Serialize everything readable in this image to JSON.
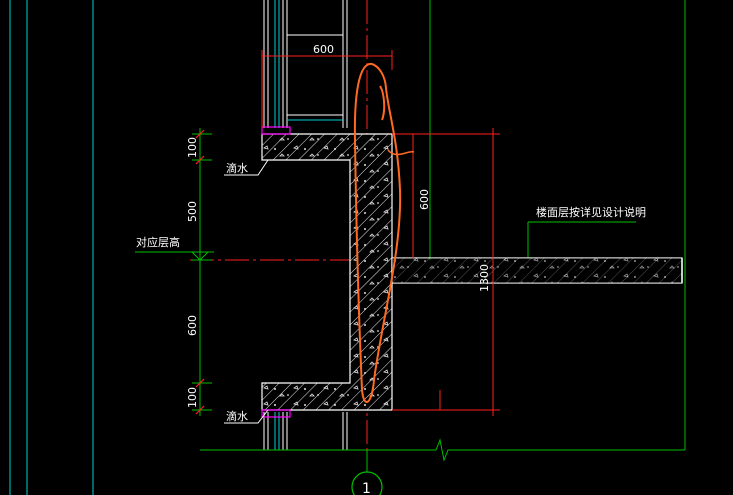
{
  "drawing": {
    "labels": {
      "drip_top": "滴水",
      "drip_bottom": "滴水",
      "floor_level": "对应层高",
      "floor_note": "楼面层按详见设计说明"
    },
    "dimensions": {
      "top_width": "600",
      "right_upper": "600",
      "right_total": "1300",
      "left_segments": [
        "100",
        "500",
        "600",
        "100"
      ]
    },
    "grid_axis": "1",
    "colors": {
      "background": "#000000",
      "wall_line": "#ffffff",
      "cyan": "#00d0d0",
      "green": "#00c000",
      "red": "#ff2020",
      "magenta": "#ff00ff",
      "markup": "#ff6a20"
    }
  }
}
